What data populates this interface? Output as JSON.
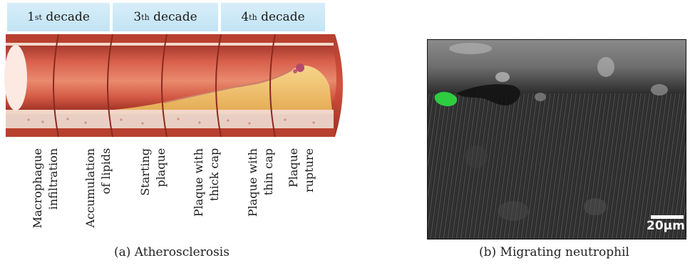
{
  "figure_a": {
    "decades": [
      {
        "num": "1",
        "sup": "st",
        "word": "decade"
      },
      {
        "num": "3",
        "sup": "th",
        "word": "decade"
      },
      {
        "num": "4",
        "sup": "th",
        "word": "decade"
      }
    ],
    "stages": [
      {
        "line1": "Macrophague",
        "line2": "infiltration"
      },
      {
        "line1": "Accumulation",
        "line2": "of lipids"
      },
      {
        "line1": "Starting",
        "line2": "plaque"
      },
      {
        "line1": "Plaque with",
        "line2": "thick cap"
      },
      {
        "line1": "Plaque with",
        "line2": "thin cap"
      },
      {
        "line1": "Plaque",
        "line2": "rupture"
      }
    ],
    "caption": "(a) Atherosclerosis"
  },
  "figure_b": {
    "scale_bar": "20µm",
    "caption": "(b) Migrating neutrophil"
  },
  "colors": {
    "decade_bg": "#c8e6f5",
    "artery_wall": "#c8483a",
    "plaque": "#f0c268",
    "neutrophil": "#2ecc40"
  }
}
